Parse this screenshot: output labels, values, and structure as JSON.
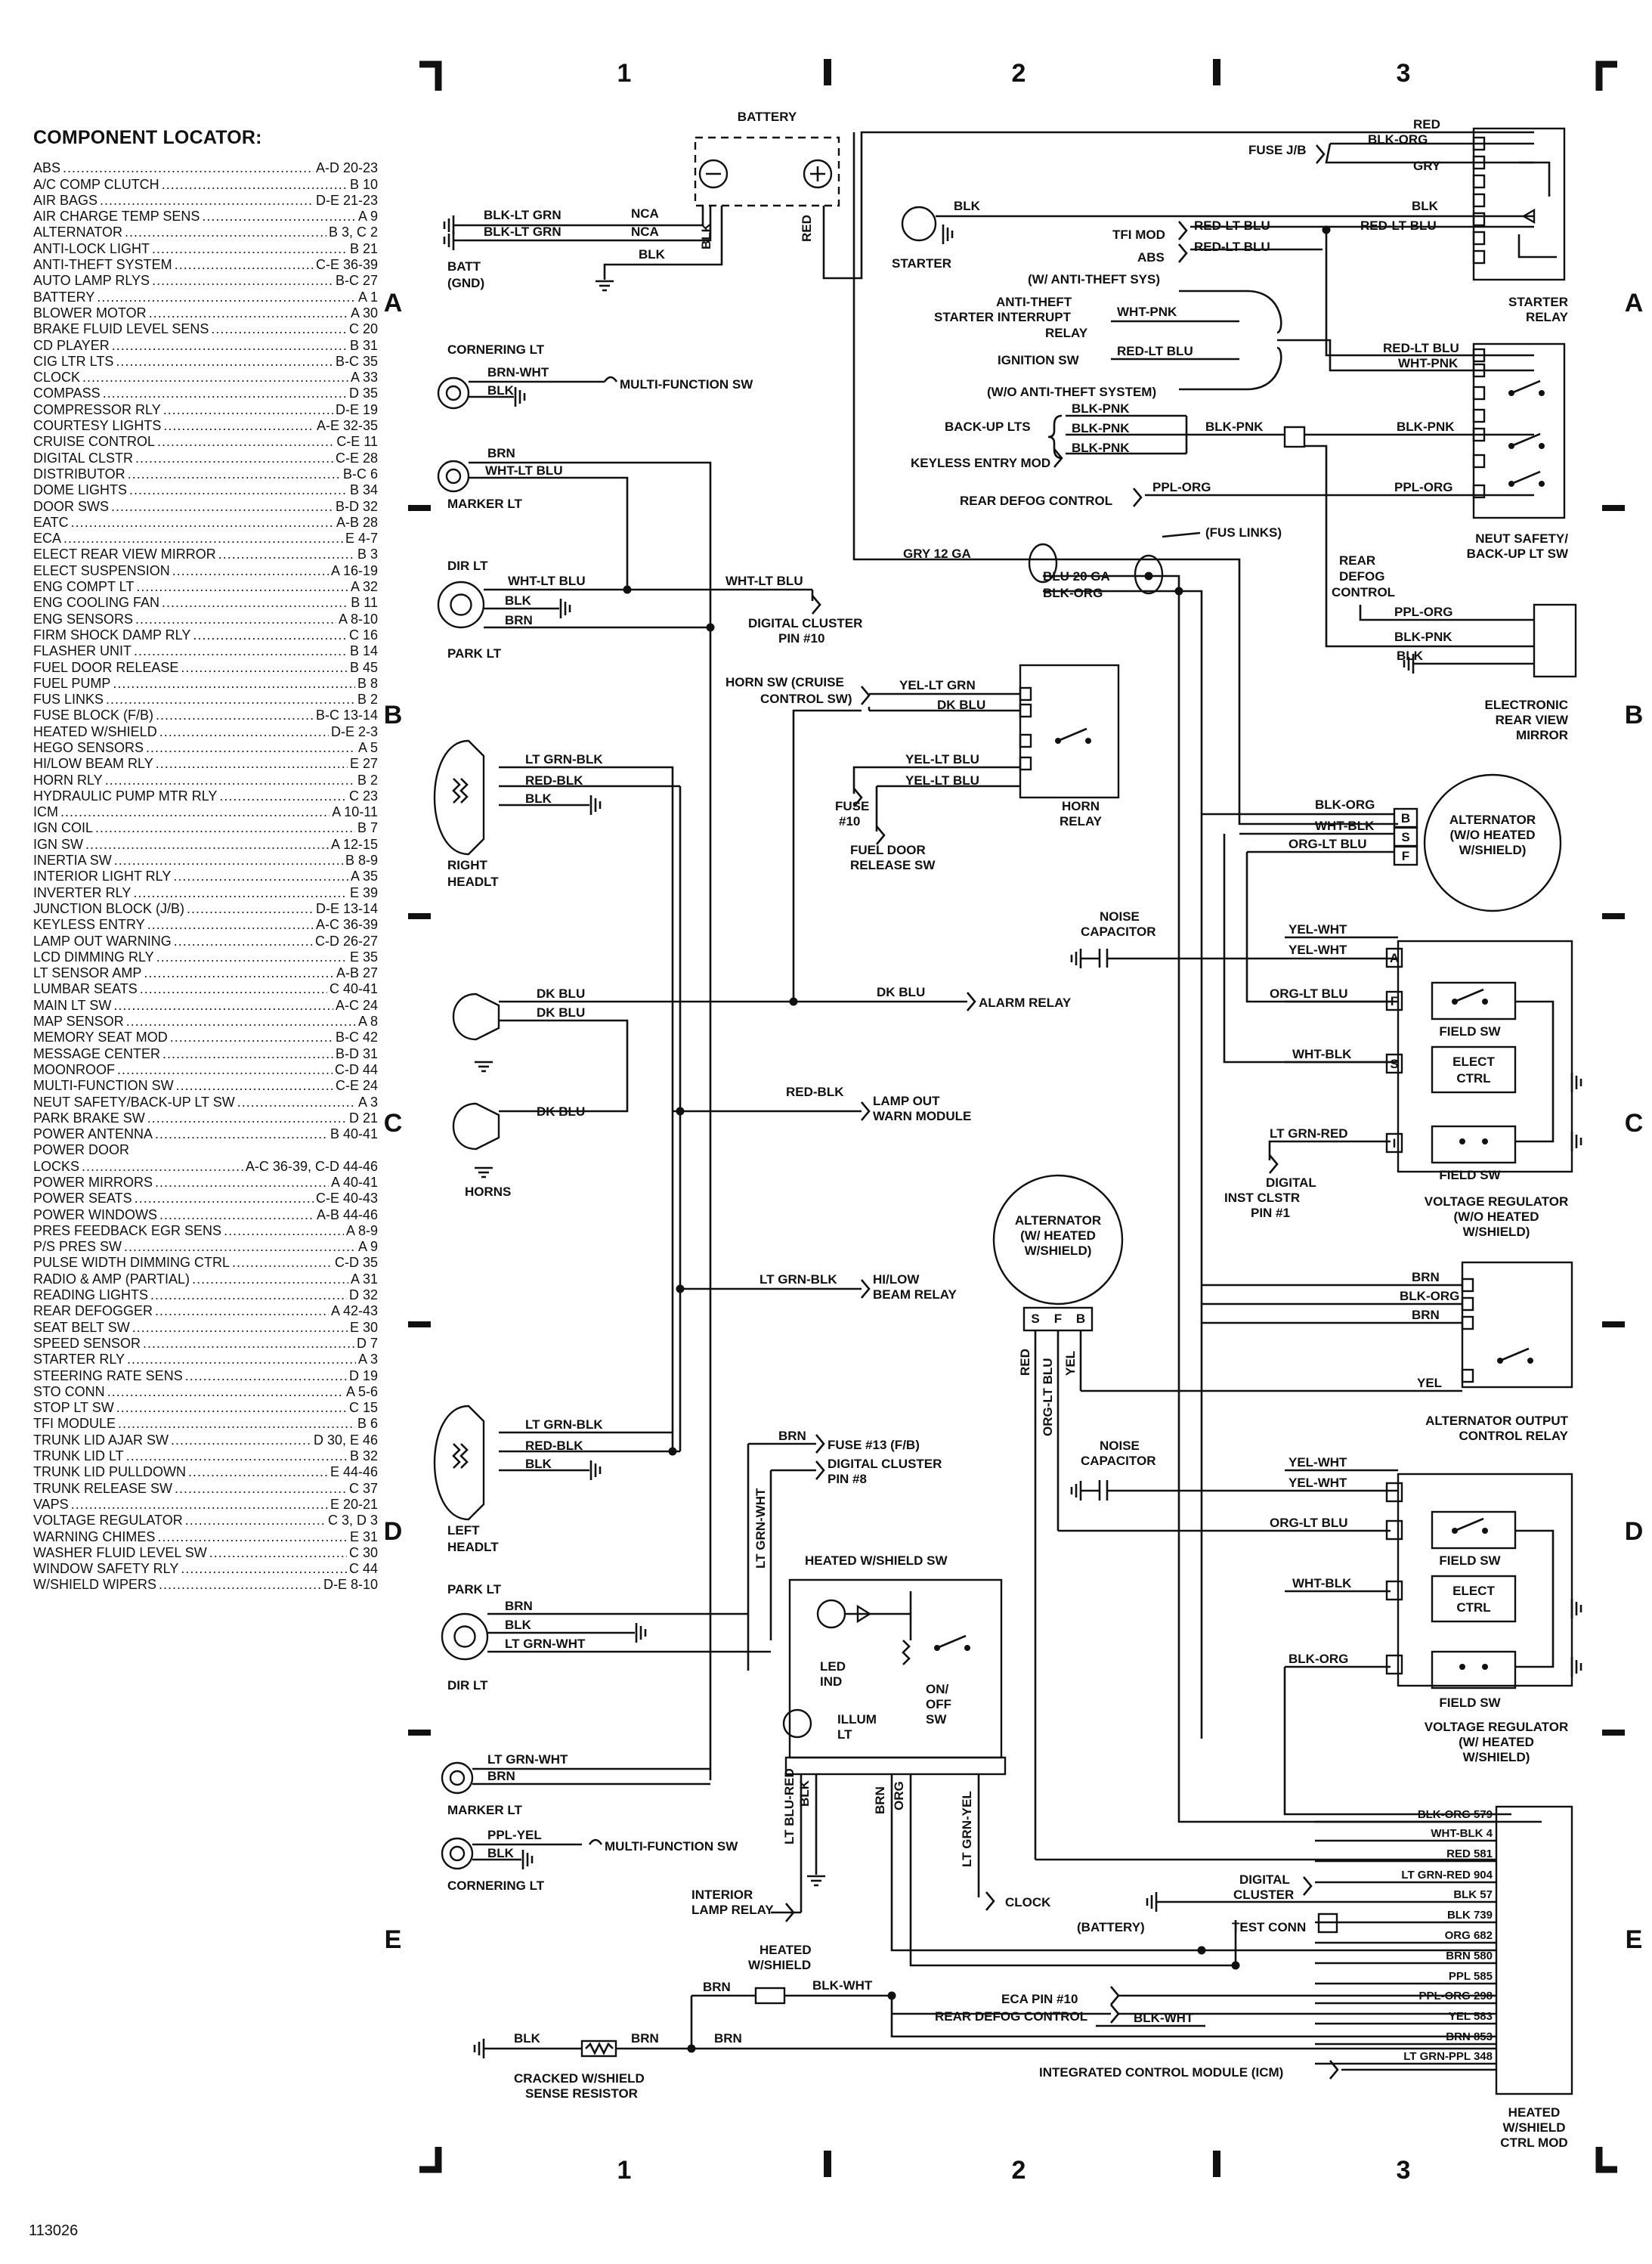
{
  "locator": {
    "title": "COMPONENT LOCATOR:",
    "items": [
      [
        "ABS",
        "A-D 20-23"
      ],
      [
        "A/C COMP CLUTCH",
        "B 10"
      ],
      [
        "AIR BAGS",
        "D-E 21-23"
      ],
      [
        "AIR CHARGE TEMP SENS",
        "A 9"
      ],
      [
        "ALTERNATOR",
        "B 3, C 2"
      ],
      [
        "ANTI-LOCK LIGHT",
        "B 21"
      ],
      [
        "ANTI-THEFT SYSTEM",
        "C-E 36-39"
      ],
      [
        "AUTO LAMP RLYS",
        "B-C 27"
      ],
      [
        "BATTERY",
        "A 1"
      ],
      [
        "BLOWER MOTOR",
        "A 30"
      ],
      [
        "BRAKE FLUID LEVEL SENS",
        "C 20"
      ],
      [
        "CD PLAYER",
        "B 31"
      ],
      [
        "CIG LTR LTS",
        "B-C 35"
      ],
      [
        "CLOCK",
        "A 33"
      ],
      [
        "COMPASS",
        "D 35"
      ],
      [
        "COMPRESSOR RLY",
        "D-E 19"
      ],
      [
        "COURTESY LIGHTS",
        "A-E 32-35"
      ],
      [
        "CRUISE CONTROL",
        "C-E 11"
      ],
      [
        "DIGITAL CLSTR",
        "C-E 28"
      ],
      [
        "DISTRIBUTOR",
        "B-C 6"
      ],
      [
        "DOME LIGHTS",
        "B 34"
      ],
      [
        "DOOR SWS",
        "B-D 32"
      ],
      [
        "EATC",
        "A-B 28"
      ],
      [
        "ECA",
        "E 4-7"
      ],
      [
        "ELECT REAR VIEW MIRROR",
        "B 3"
      ],
      [
        "ELECT SUSPENSION",
        "A 16-19"
      ],
      [
        "ENG COMPT LT",
        "A 32"
      ],
      [
        "ENG COOLING FAN",
        "B 11"
      ],
      [
        "ENG SENSORS",
        "A 8-10"
      ],
      [
        "FIRM SHOCK DAMP RLY",
        "C 16"
      ],
      [
        "FLASHER UNIT",
        "B 14"
      ],
      [
        "FUEL DOOR RELEASE",
        "B 45"
      ],
      [
        "FUEL PUMP",
        "B 8"
      ],
      [
        "FUS LINKS",
        "B 2"
      ],
      [
        "FUSE BLOCK (F/B)",
        "B-C 13-14"
      ],
      [
        "HEATED W/SHIELD",
        "D-E 2-3"
      ],
      [
        "HEGO SENSORS",
        "A 5"
      ],
      [
        "HI/LOW BEAM RLY",
        "E 27"
      ],
      [
        "HORN RLY",
        "B 2"
      ],
      [
        "HYDRAULIC PUMP MTR RLY",
        "C 23"
      ],
      [
        "ICM",
        "A 10-11"
      ],
      [
        "IGN COIL",
        "B 7"
      ],
      [
        "IGN SW",
        "A 12-15"
      ],
      [
        "INERTIA SW",
        "B 8-9"
      ],
      [
        "INTERIOR LIGHT RLY",
        "A 35"
      ],
      [
        "INVERTER RLY",
        "E 39"
      ],
      [
        "JUNCTION BLOCK (J/B)",
        "D-E 13-14"
      ],
      [
        "KEYLESS ENTRY",
        "A-C 36-39"
      ],
      [
        "LAMP OUT WARNING",
        "C-D 26-27"
      ],
      [
        "LCD DIMMING RLY",
        "E 35"
      ],
      [
        "LT SENSOR AMP",
        "A-B 27"
      ],
      [
        "LUMBAR SEATS",
        "C 40-41"
      ],
      [
        "MAIN LT SW",
        "A-C 24"
      ],
      [
        "MAP SENSOR",
        "A 8"
      ],
      [
        "MEMORY SEAT MOD",
        "B-C 42"
      ],
      [
        "MESSAGE CENTER",
        "B-D 31"
      ],
      [
        "MOONROOF",
        "C-D 44"
      ],
      [
        "MULTI-FUNCTION SW",
        "C-E 24"
      ],
      [
        "NEUT SAFETY/BACK-UP LT SW",
        "A 3"
      ],
      [
        "PARK BRAKE SW",
        "D 21"
      ],
      [
        "POWER ANTENNA",
        "B 40-41"
      ],
      [
        "POWER DOOR",
        ""
      ],
      [
        "LOCKS",
        "A-C 36-39, C-D 44-46"
      ],
      [
        "POWER MIRRORS",
        "A 40-41"
      ],
      [
        "POWER SEATS",
        "C-E 40-43"
      ],
      [
        "POWER WINDOWS",
        "A-B 44-46"
      ],
      [
        "PRES FEEDBACK EGR SENS",
        "A 8-9"
      ],
      [
        "P/S PRES SW",
        "A 9"
      ],
      [
        "PULSE WIDTH DIMMING CTRL",
        "C-D 35"
      ],
      [
        "RADIO & AMP (PARTIAL)",
        "A 31"
      ],
      [
        "READING LIGHTS",
        "D 32"
      ],
      [
        "REAR DEFOGGER",
        "A 42-43"
      ],
      [
        "SEAT BELT SW",
        "E 30"
      ],
      [
        "SPEED SENSOR",
        "D 7"
      ],
      [
        "STARTER RLY",
        "A 3"
      ],
      [
        "STEERING RATE SENS",
        "D 19"
      ],
      [
        "STO CONN",
        "A 5-6"
      ],
      [
        "STOP LT SW",
        "C 15"
      ],
      [
        "TFI MODULE",
        "B 6"
      ],
      [
        "TRUNK LID AJAR SW",
        "D 30, E 46"
      ],
      [
        "TRUNK LID LT",
        "B 32"
      ],
      [
        "TRUNK LID PULLDOWN",
        "E 44-46"
      ],
      [
        "TRUNK RELEASE SW",
        "C 37"
      ],
      [
        "VAPS",
        "E 20-21"
      ],
      [
        "VOLTAGE REGULATOR",
        "C 3, D 3"
      ],
      [
        "WARNING CHIMES",
        "E 31"
      ],
      [
        "WASHER FLUID LEVEL SW",
        "C 30"
      ],
      [
        "WINDOW SAFETY RLY",
        "C 44"
      ],
      [
        "W/SHIELD WIPERS",
        "D-E 8-10"
      ]
    ]
  },
  "grid": {
    "cols": [
      "1",
      "2",
      "3"
    ],
    "rows": [
      "A",
      "B",
      "C",
      "D",
      "E"
    ]
  },
  "figure_number": "113026",
  "labels": {
    "battery": "BATTERY",
    "batt_gnd_1": "BATT",
    "batt_gnd_2": "(GND)",
    "blk_lt_grn": "BLK-LT GRN",
    "nca": "NCA",
    "blk": "BLK",
    "red": "RED",
    "gry": "GRY",
    "blk_org": "BLK-ORG",
    "fuse_jb": "FUSE J/B",
    "starter": "STARTER",
    "tfi_mod": "TFI MOD",
    "abs": "ABS",
    "red_lt_blu": "RED-LT BLU",
    "w_anti_theft": "(W/ ANTI-THEFT SYS)",
    "anti_theft_1": "ANTI-THEFT",
    "anti_theft_2": "STARTER INTERRUPT",
    "anti_theft_3": "RELAY",
    "wht_pnk": "WHT-PNK",
    "ignition_sw": "IGNITION SW",
    "wo_anti_theft": "(W/O ANTI-THEFT SYSTEM)",
    "starter_relay_1": "STARTER",
    "starter_relay_2": "RELAY",
    "back_up_lts": "BACK-UP LTS",
    "blk_pnk": "BLK-PNK",
    "keyless_entry_mod": "KEYLESS ENTRY MOD",
    "rear_defog_control": "REAR DEFOG CONTROL",
    "ppl_org": "PPL-ORG",
    "neut_1": "NEUT SAFETY/",
    "neut_2": "BACK-UP LT SW",
    "cornering_lt": "CORNERING LT",
    "brn_wht": "BRN-WHT",
    "multi_function_sw": "MULTI-FUNCTION SW",
    "brn": "BRN",
    "wht_lt_blu": "WHT-LT BLU",
    "marker_lt": "MARKER LT",
    "dir_lt": "DIR LT",
    "park_lt": "PARK LT",
    "digital_cluster_pin10_1": "DIGITAL CLUSTER",
    "digital_cluster_pin10_2": "PIN #10",
    "fus_links": "(FUS LINKS)",
    "gry_12": "GRY 12 GA",
    "blu_20": "BLU 20 GA",
    "rear_defog_1": "REAR",
    "rear_defog_2": "DEFOG",
    "rear_defog_3": "CONTROL",
    "elec_mirror_1": "ELECTRONIC",
    "elec_mirror_2": "REAR VIEW",
    "elec_mirror_3": "MIRROR",
    "horn_sw_1": "HORN SW (CRUISE",
    "horn_sw_2": "CONTROL SW)",
    "yel_lt_grn": "YEL-LT GRN",
    "dk_blu": "DK BLU",
    "yel_lt_blu": "YEL-LT BLU",
    "fuse10_1": "FUSE",
    "fuse10_2": "#10",
    "fuel_door_1": "FUEL DOOR",
    "fuel_door_2": "RELEASE SW",
    "horn_relay_1": "HORN",
    "horn_relay_2": "RELAY",
    "lt_grn_blk": "LT GRN-BLK",
    "red_blk": "RED-BLK",
    "right_headlt_1": "RIGHT",
    "right_headlt_2": "HEADLT",
    "wht_blk": "WHT-BLK",
    "org_lt_blu": "ORG-LT BLU",
    "alt_wo_1": "ALTERNATOR",
    "alt_wo_2": "(W/O HEATED",
    "alt_wo_3": "W/SHIELD)",
    "noise_cap_1": "NOISE",
    "noise_cap_2": "CAPACITOR",
    "yel_wht": "YEL-WHT",
    "alarm_relay": "ALARM RELAY",
    "field_sw": "FIELD SW",
    "elect_ctrl_1": "ELECT",
    "elect_ctrl_2": "CTRL",
    "lamp_out_1": "LAMP OUT",
    "lamp_out_2": "WARN MODULE",
    "horns": "HORNS",
    "lt_grn_red": "LT GRN-RED",
    "dig_inst_1": "DIGITAL",
    "dig_inst_2": "INST CLSTR",
    "dig_inst_3": "PIN #1",
    "vr_wo_1": "VOLTAGE REGULATOR",
    "vr_wo_2": "(W/O HEATED",
    "vr_wo_3": "W/SHIELD)",
    "alt_w_1": "ALTERNATOR",
    "alt_w_2": "(W/ HEATED",
    "alt_w_3": "W/SHIELD)",
    "hi_low_1": "HI/LOW",
    "hi_low_2": "BEAM RELAY",
    "org_lt_blu_v": "ORG-LT BLU",
    "yel": "YEL",
    "alt_out_1": "ALTERNATOR OUTPUT",
    "alt_out_2": "CONTROL RELAY",
    "fuse13": "FUSE #13 (F/B)",
    "dig_cl8_1": "DIGITAL CLUSTER",
    "dig_cl8_2": "PIN #8",
    "left_headlt_1": "LEFT",
    "left_headlt_2": "HEADLT",
    "lt_grn_wht": "LT GRN-WHT",
    "heated_sw": "HEATED W/SHIELD SW",
    "led_1": "LED",
    "led_2": "IND",
    "illum_1": "ILLUM",
    "illum_2": "LT",
    "onoff_1": "ON/",
    "onoff_2": "OFF",
    "onoff_3": "SW",
    "vr_w_1": "VOLTAGE REGULATOR",
    "vr_w_2": "(W/ HEATED",
    "vr_w_3": "W/SHIELD)",
    "ppl_yel": "PPL-YEL",
    "lt_blu_red": "LT BLU-RED",
    "org": "ORG",
    "lt_grn_yel": "LT GRN-YEL",
    "interior_lamp_1": "INTERIOR",
    "interior_lamp_2": "LAMP RELAY",
    "clock": "CLOCK",
    "battery_paren": "(BATTERY)",
    "digital_cluster_1": "DIGITAL",
    "digital_cluster_2": "CLUSTER",
    "test_conn": "TEST CONN",
    "heated_ws_1": "HEATED",
    "heated_ws_2": "W/SHIELD",
    "blk_wht": "BLK-WHT",
    "eca_pin10": "ECA PIN #10",
    "icm": "INTEGRATED CONTROL MODULE (ICM)",
    "cracked_1": "CRACKED W/SHIELD",
    "cracked_2": "SENSE RESISTOR",
    "hwcm_1": "HEATED",
    "hwcm_2": "W/SHIELD",
    "hwcm_3": "CTRL MOD",
    "hw_pins": [
      "BLK-ORG 579",
      "WHT-BLK 4",
      "RED 581",
      "LT GRN-RED 904",
      "BLK 57",
      "BLK 739",
      "ORG 682",
      "BRN 580",
      "PPL 585",
      "PPL-ORG 298",
      "YEL 583",
      "BRN 853",
      "LT GRN-PPL 348"
    ],
    "term_B": "B",
    "term_S": "S",
    "term_F": "F",
    "term_A": "A",
    "term_I": "I"
  }
}
